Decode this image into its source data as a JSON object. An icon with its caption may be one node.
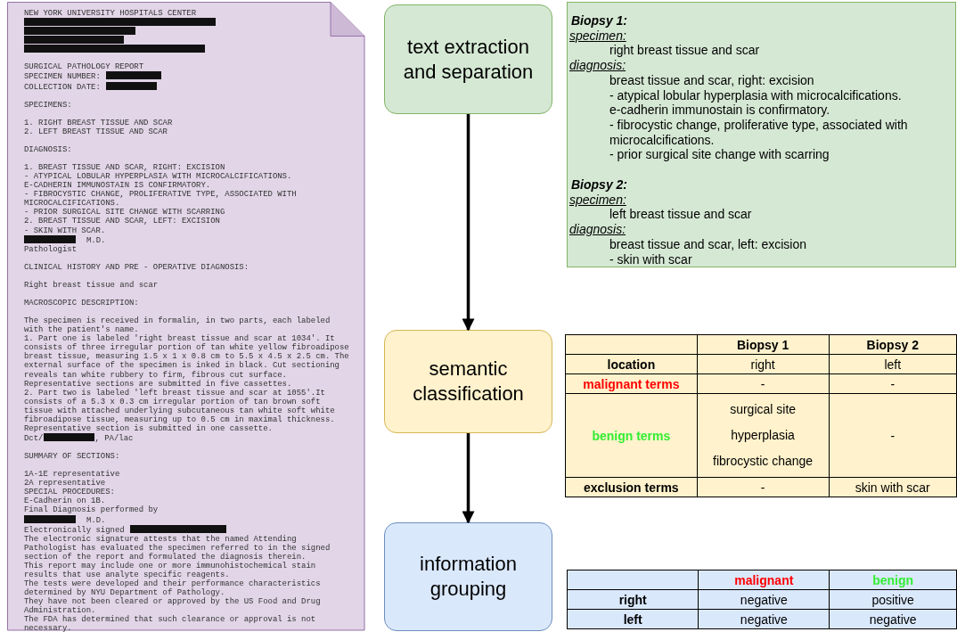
{
  "diagram": {
    "nodes": [
      {
        "text": [
          "NEW YORK UNIVERSITY HOSPITALS CENTER",
          "SURGICAL PATHOLOGY REPORT",
          "SPECIMEN NUMBER:",
          "COLLECTION DATE:",
          "SPECIMENS:",
          "1. RIGHT BREAST TISSUE AND SCAR",
          "2. LEFT BREAST TISSUE AND SCAR",
          "DIAGNOSIS:",
          "1. BREAST TISSUE AND SCAR, RIGHT: EXCISION",
          "- ATYPICAL LOBULAR HYPERPLASIA WITH MICROCALCIFICATIONS.",
          "E-CADHERIN IMMUNOSTAIN IS CONFIRMATORY.",
          "- FIBROCYSTIC CHANGE, PROLIFERATIVE TYPE, ASSOCIATED WITH MICROCALCIFICATIONS.",
          "- PRIOR SURGICAL SITE CHANGE WITH SCARRING",
          "2. BREAST TISSUE AND SCAR, LEFT: EXCISION",
          "- SKIN WITH SCAR.",
          "M.D.",
          "Pathologist",
          "CLINICAL HISTORY AND PRE - OPERATIVE DIAGNOSIS:",
          "Right breast tissue and scar",
          "MACROSCOPIC DESCRIPTION:",
          "The specimen is received in formalin, in two parts, each labeled with the patient's name.",
          "1. Part one is labeled 'right breast tissue and scar at 1034'. It consists of three irregular portion of tan white yellow fibroadipose breast tissue, measuring 1.5 x 1 x 0.8 cm to 5.5 x 4.5 x 2.5 cm. The external surface of the specimen is inked in black. Cut sectioning reveals tan white rubbery to firm, fibrous cut surface. Representative sections are submitted in five cassettes.",
          "2. Part two is labeled 'left breast tissue and scar at 1055'.It consists of a 5.3 x 0.3 cm irregular portion of tan brown soft tissue with attached underlying subcutaneous tan white soft white fibroadipose tissue, measuring up to 0.5 cm in maximal thickness. Representative section is submitted in one cassette.",
          "Dct/",
          ", PA/lac",
          "SUMMARY OF SECTIONS:",
          "1A-1E representative",
          "2A representative",
          "SPECIAL PROCEDURES:",
          "E-Cadherin on 1B.",
          "Final Diagnosis performed by",
          "M.D.",
          "Electronically signed",
          "The electronic signature attests that the named Attending Pathologist has evaluated the specimen referred to in the signed section of the report and formulated the diagnosis therein.",
          "This report may include one or more immunohistochemical stain results that use analyte specific reagents.",
          "The tests were developed and their performance characteristics determined by NYU Department of Pathology.",
          "They have not been cleared or approved by the US Food and Drug Administration.",
          "The FDA has determined that such clearance or approval is not necessary."
        ]
      },
      {
        "text": [
          "text extraction and separation"
        ]
      },
      {
        "text": [
          "Biopsy 1:",
          "specimen:",
          "right breast tissue and scar",
          "diagnosis:",
          "breast tissue and scar, right: excision",
          "- atypical lobular hyperplasia with microcalcifications.",
          "e-cadherin immunostain is confirmatory.",
          "- fibrocystic change, proliferative type, associated with microcalcifications.",
          "- prior surgical site change with scarring",
          "Biopsy 2:",
          "specimen:",
          "left breast tissue and scar",
          "diagnosis:",
          "breast tissue and scar, left: excision",
          "- skin with scar"
        ]
      },
      {
        "text": [
          "semantic classification"
        ]
      },
      {
        "text": [
          "information grouping"
        ]
      }
    ],
    "edges": [
      {
        "from": 1,
        "to": 3,
        "arrow": "to"
      },
      {
        "from": 3,
        "to": 4,
        "arrow": "to"
      }
    ],
    "labels": [
      "Biopsy 1",
      "Biopsy 2",
      "location",
      "right",
      "left",
      "malignant terms",
      "-",
      "-",
      "benign terms",
      "surgical site",
      "hyperplasia",
      "fibrocystic change",
      "-",
      "exclusion terms",
      "-",
      "skin with scar",
      "malignant",
      "benign",
      "right",
      "negative",
      "positive",
      "left",
      "negative",
      "negative"
    ]
  }
}
